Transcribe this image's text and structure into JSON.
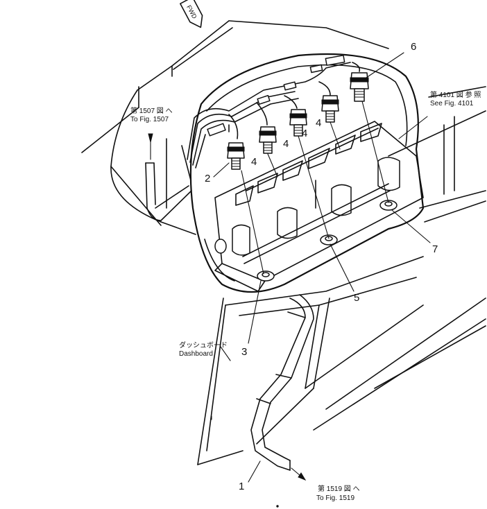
{
  "callouts": {
    "p1": "1",
    "p2": "2",
    "p3": "3",
    "p4a": "4",
    "p4b": "4",
    "p4c": "4",
    "p4d": "4",
    "p5": "5",
    "p6": "6",
    "p7": "7"
  },
  "notes": {
    "fig1507_jp": "第 1507 図 へ",
    "fig1507_en": "To Fig. 1507",
    "fig4101_jp": "第 4101 図 参 照",
    "fig4101_en": "See Fig. 4101",
    "dashboard_jp": "ダッシュボード",
    "dashboard_en": "Dashboard",
    "fig1519_jp": "第 1519 図 へ",
    "fig1519_en": "To Fig. 1519"
  },
  "fwd_label": "FWD"
}
